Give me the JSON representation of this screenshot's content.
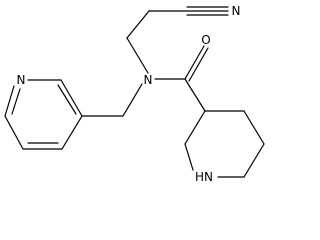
{
  "atoms": {
    "nitrile_n": "N",
    "pyridine_n": "N",
    "amide_n": "N",
    "carbonyl_o": "O",
    "piperidine_nh": "HN"
  },
  "colors": {
    "bond": "#000000",
    "background": "#ffffff"
  }
}
